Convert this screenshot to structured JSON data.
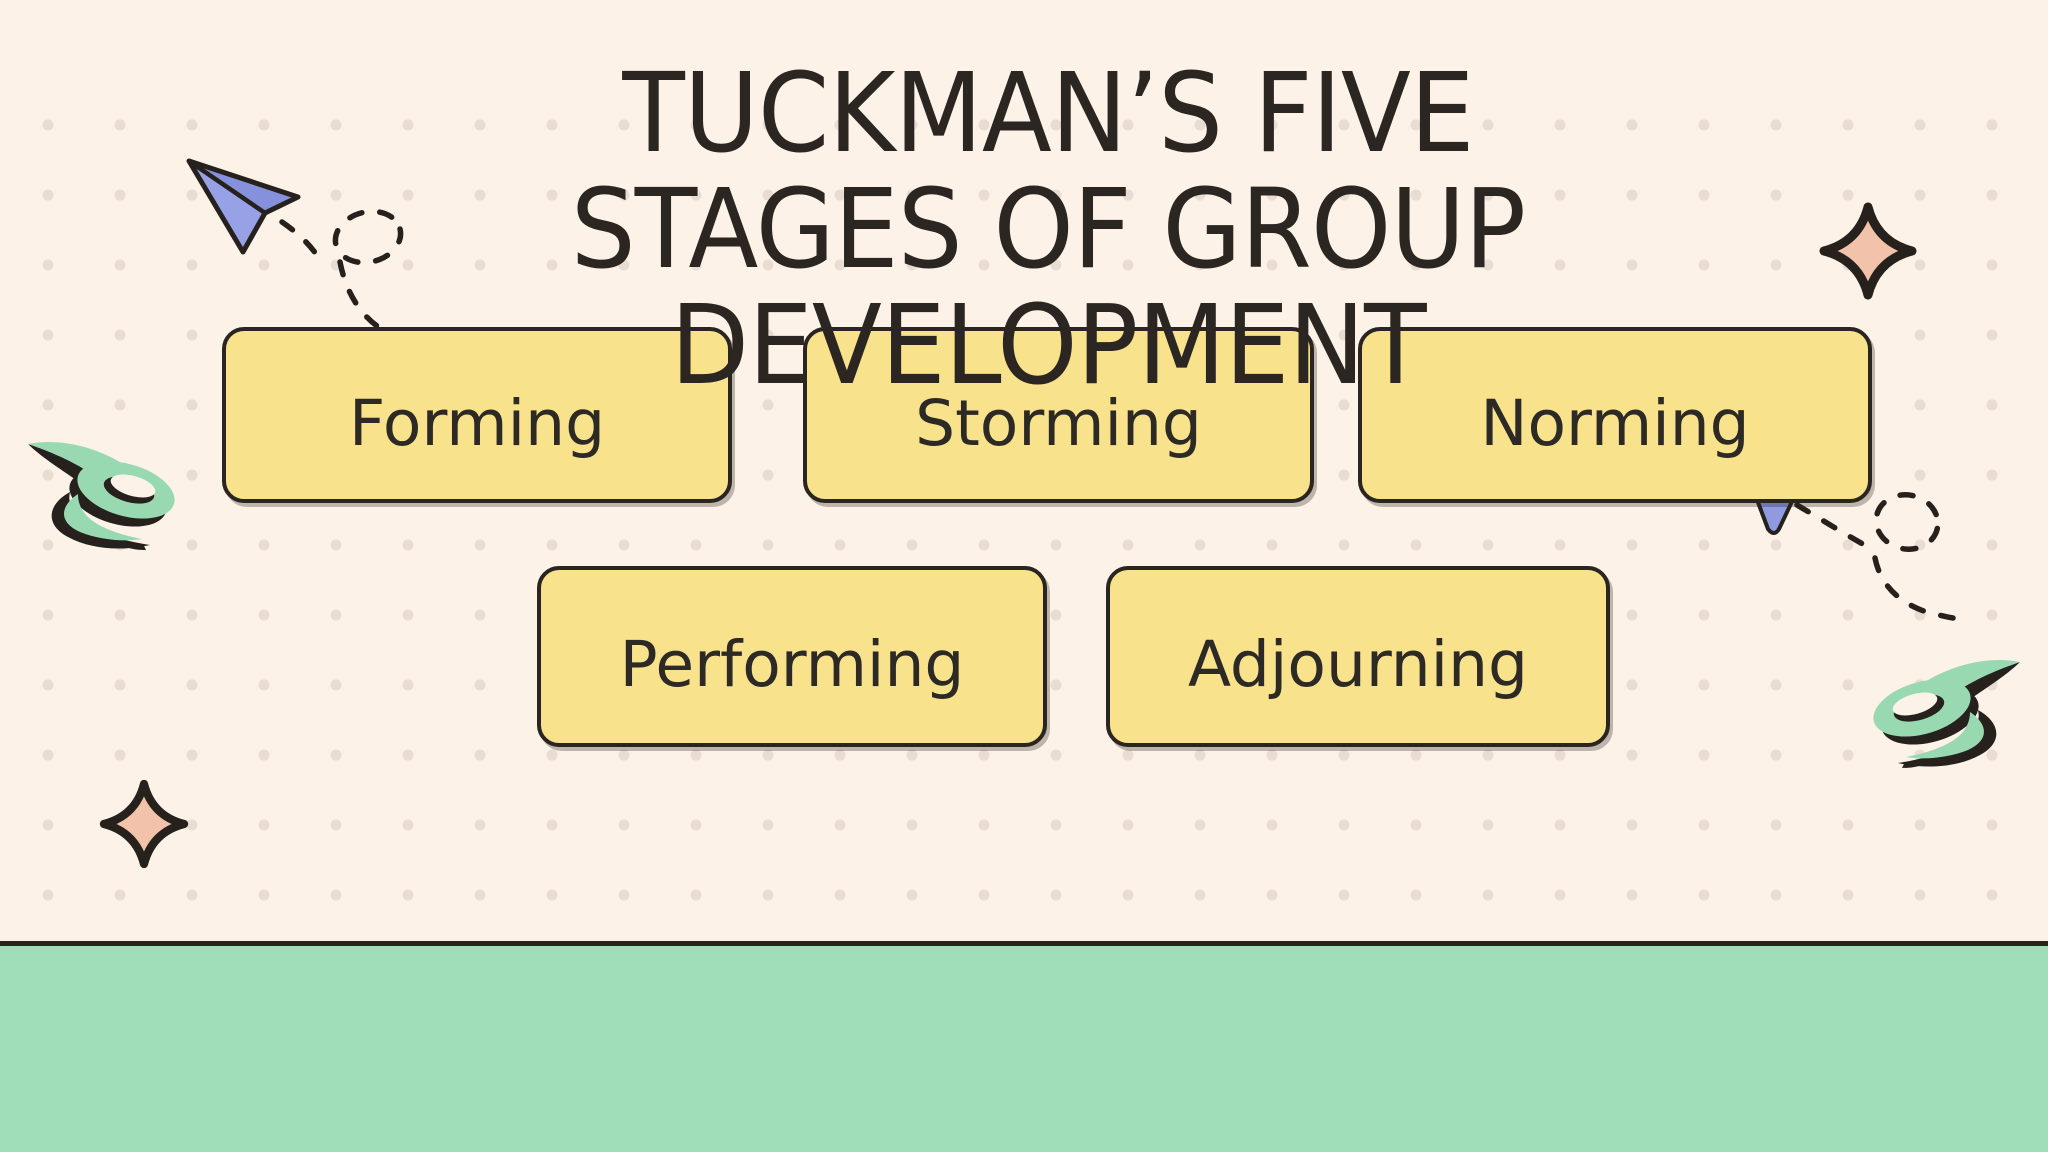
{
  "slide": {
    "title": {
      "lines": [
        "TUCKMAN’S FIVE",
        "STAGES OF GROUP",
        "DEVELOPMENT"
      ],
      "full_text": "TUCKMAN’S FIVE STAGES OF GROUP DEVELOPMENT"
    },
    "stages": [
      {
        "label": "Forming"
      },
      {
        "label": "Storming"
      },
      {
        "label": "Norming"
      },
      {
        "label": "Performing"
      },
      {
        "label": "Adjourning"
      }
    ]
  },
  "colors": {
    "background_cream": "#fcf2e7",
    "box_yellow": "#f8e28b",
    "outline_dark": "#26211d",
    "text_dark": "#2d2925",
    "band_green": "#a0ddb9",
    "swirl_mint": "#98d9b2",
    "plane_periwinkle": "#8f9ae1",
    "sparkle_peach": "#f2c2aa",
    "dot_grid": "#e9dcd3"
  },
  "decorations": [
    "paper-plane-icon",
    "flight-path-dashes",
    "sparkle-icon",
    "swirl-icon",
    "plane-tip-icon",
    "dot-grid"
  ]
}
